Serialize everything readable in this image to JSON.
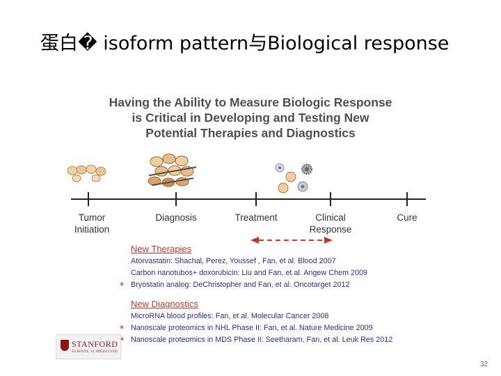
{
  "slide": {
    "title": "蛋白� isoform pattern与Biological response",
    "page_number": "32"
  },
  "figure": {
    "heading_lines": [
      "Having the Ability to Measure Biologic Response",
      "is Critical in Developing and Testing New",
      "Potential Therapies and Diagnostics"
    ],
    "stages": [
      {
        "line1": "Tumor",
        "line2": "Initiation"
      },
      {
        "line1": "Diagnosis",
        "line2": ""
      },
      {
        "line1": "Treatment",
        "line2": ""
      },
      {
        "line1": "Clinical",
        "line2": "Response"
      },
      {
        "line1": "Cure",
        "line2": ""
      }
    ],
    "new_therapies": {
      "heading": "New Therapies",
      "items": [
        "Atorvastatin: Shachal, Perez, Youssef , Fan, et al.  Blood 2007",
        "Carbon nanotubos+ doxorubicin: Liu and Fan, et al.  Angew Chem 2009",
        "Bryostatin analog: DeChristopher and Fan, et al.  Oncotarget 2012"
      ]
    },
    "new_diagnostics": {
      "heading": "New Diagnostics",
      "items": [
        "MicroRNA blood profiles: Fan, et al.  Molecular Cancer 2008",
        "Nanoscale proteomics in NHL Phase II: Fan, et al. Nature Medicine 2009",
        "Nanoscale proteomics in MDS Phase II: Seetharam, Fan, et al. Leuk Res 2012"
      ]
    },
    "star_symbol": "*",
    "accent_color": "#c0392b",
    "reference_color": "#2d2d8f"
  },
  "logo": {
    "name": "STANFORD",
    "subtitle": "SCHOOL of MEDICINE"
  }
}
